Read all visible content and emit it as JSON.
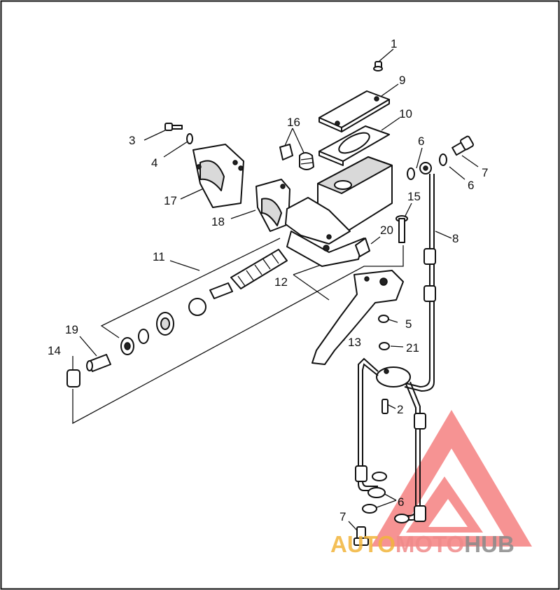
{
  "callouts": [
    {
      "num": "1"
    },
    {
      "num": "2"
    },
    {
      "num": "3"
    },
    {
      "num": "4"
    },
    {
      "num": "5"
    },
    {
      "num": "6"
    },
    {
      "num": "6"
    },
    {
      "num": "6"
    },
    {
      "num": "7"
    },
    {
      "num": "7"
    },
    {
      "num": "8"
    },
    {
      "num": "9"
    },
    {
      "num": "10"
    },
    {
      "num": "11"
    },
    {
      "num": "12"
    },
    {
      "num": "13"
    },
    {
      "num": "14"
    },
    {
      "num": "15"
    },
    {
      "num": "16"
    },
    {
      "num": "17"
    },
    {
      "num": "18"
    },
    {
      "num": "19"
    },
    {
      "num": "20"
    },
    {
      "num": "21"
    }
  ],
  "watermark": {
    "part1": "AUTO",
    "part2": "MOTO",
    "part3": "HUB",
    "color1": "#f2b53a",
    "color2": "#f08a8a",
    "color3": "#8a8a8a",
    "logo_color": "#ef3b3b"
  }
}
